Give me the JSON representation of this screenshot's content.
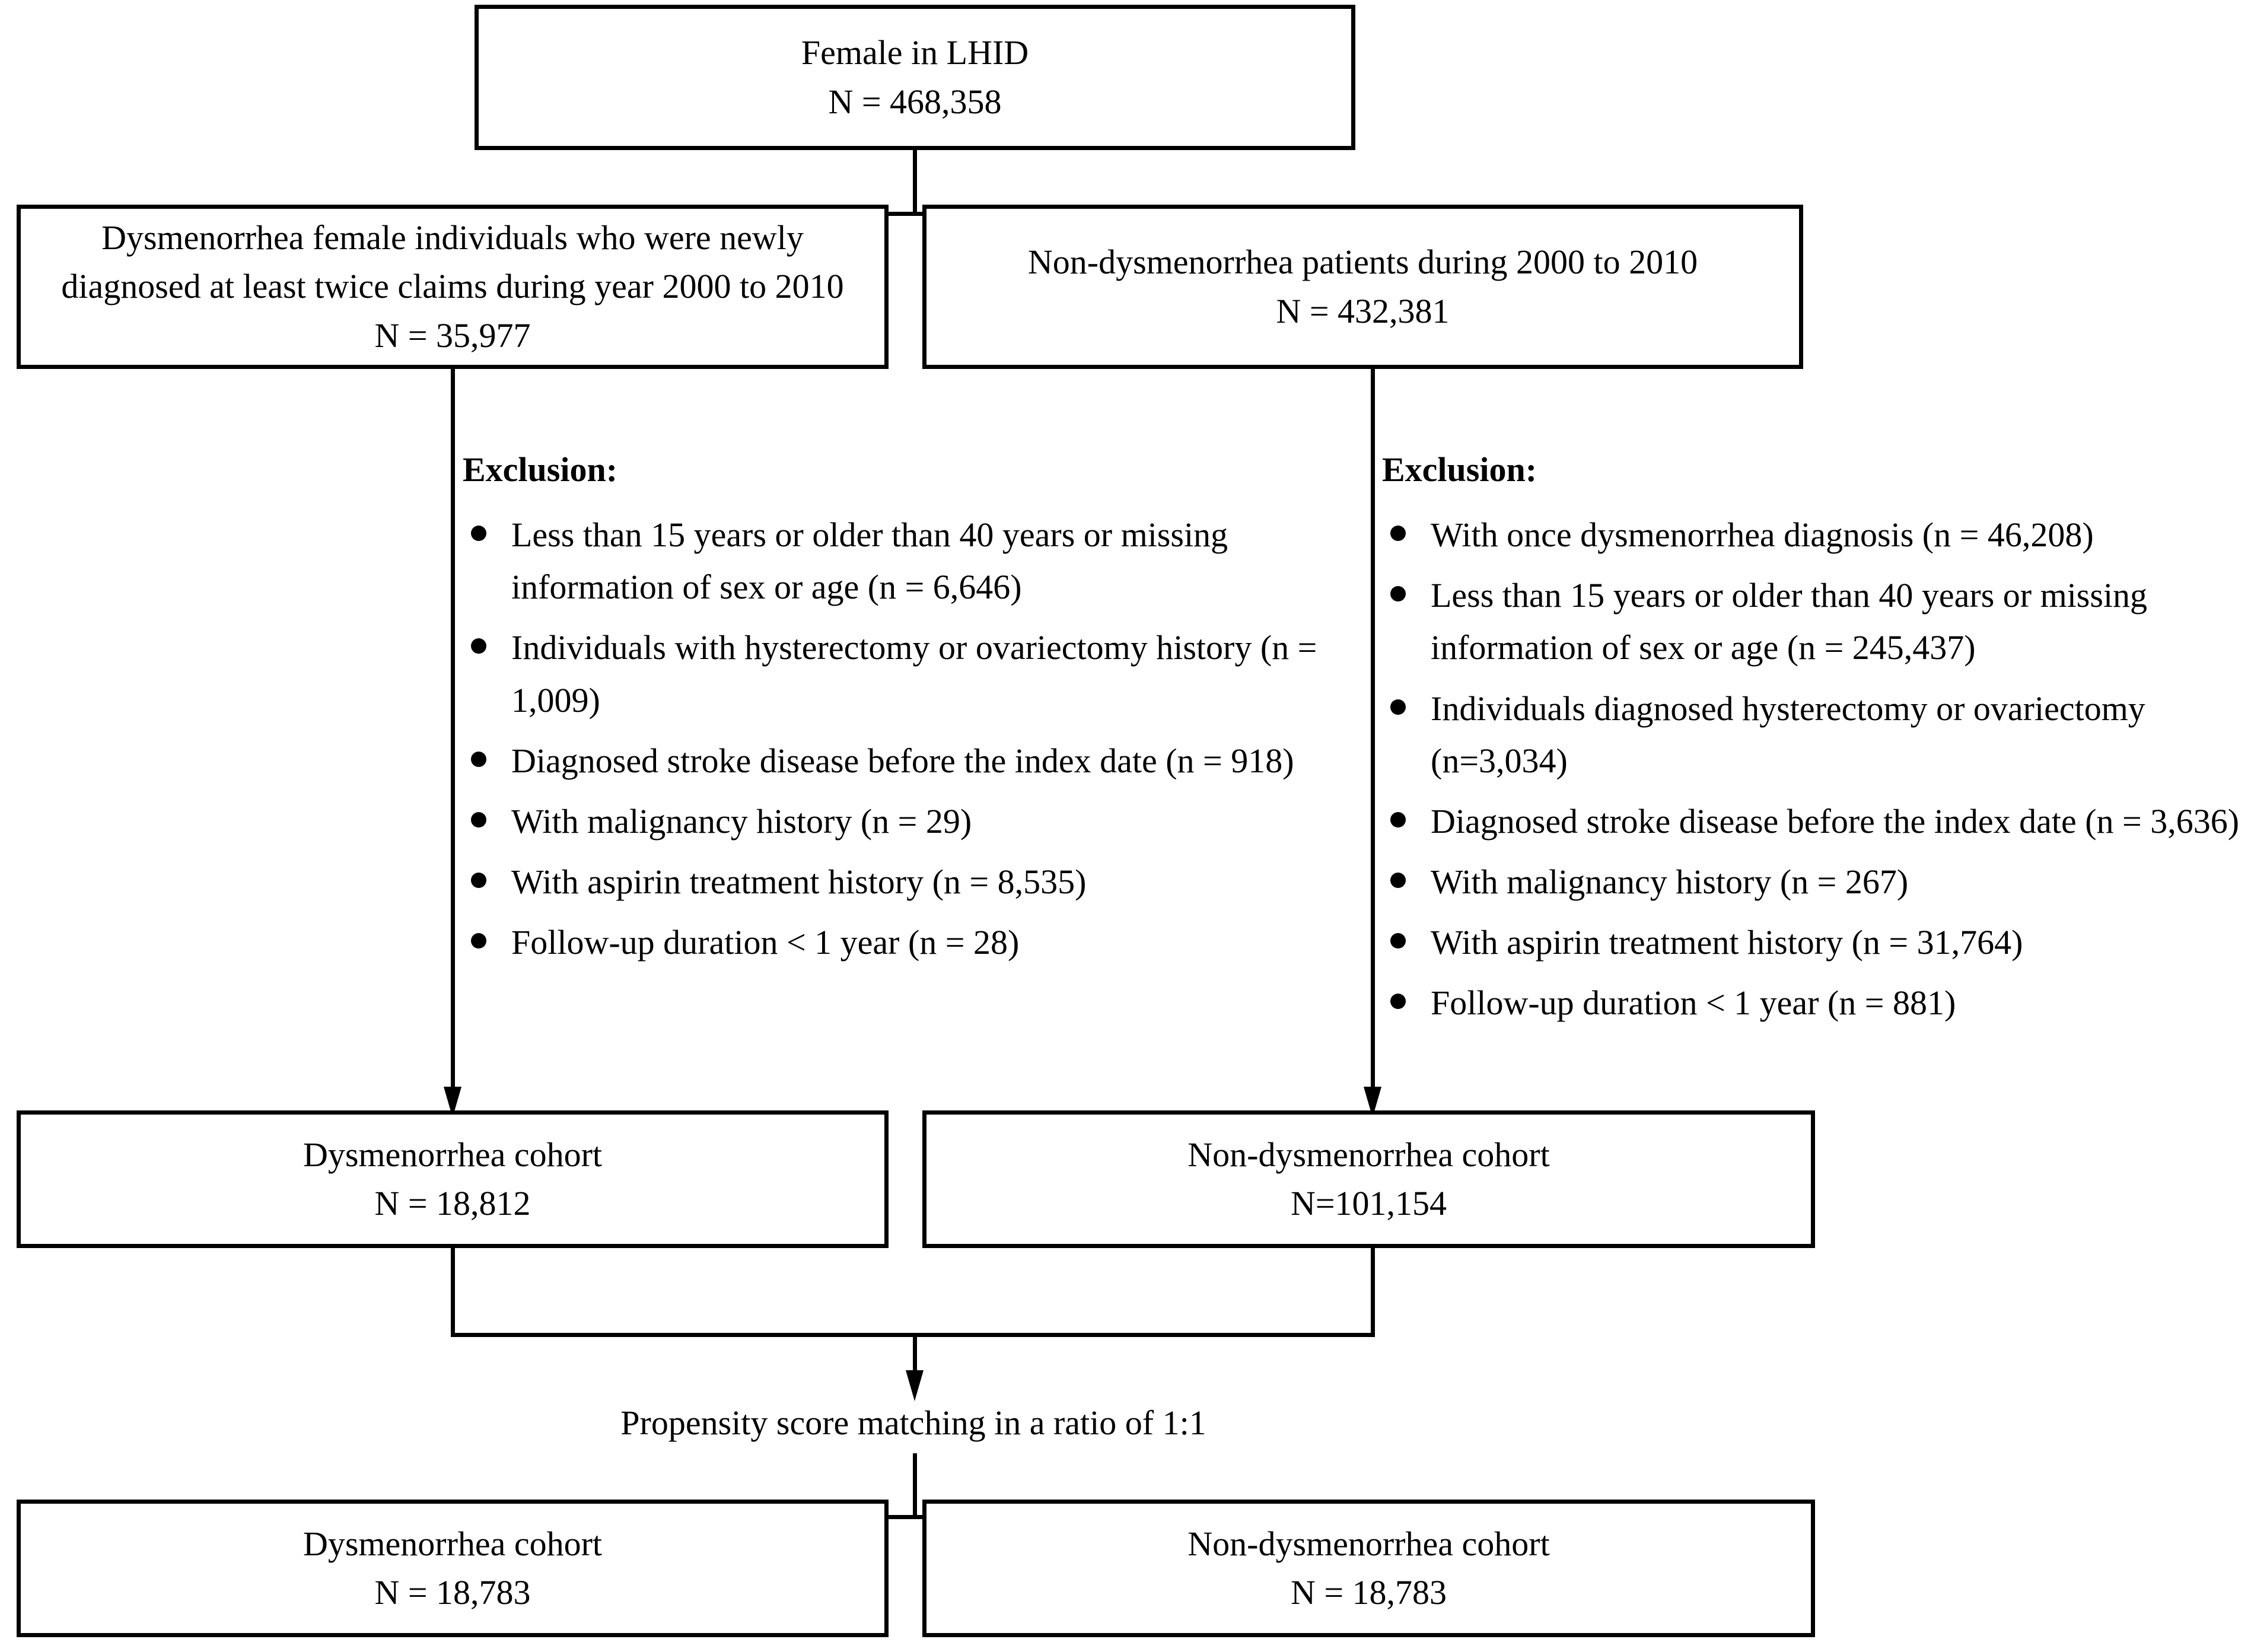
{
  "figure": {
    "type": "flowchart",
    "kind": "study-cohort-selection",
    "accent_color": "#000000",
    "background_color": "#ffffff"
  },
  "nodes": {
    "source": {
      "title": "Female in LHID",
      "count_label": "N = 468,358"
    },
    "dysmenorrhea_source": {
      "title_line1": "Dysmenorrhea female individuals who were newly",
      "title_line2": "diagnosed at least twice claims during year 2000 to 2010",
      "count_label": "N = 35,977"
    },
    "non_dysmenorrhea_source": {
      "title": "Non-dysmenorrhea patients during 2000 to 2010",
      "count_label": "N = 432,381"
    },
    "dysmenorrhea_cohort": {
      "title": "Dysmenorrhea cohort",
      "count_label": "N = 18,812"
    },
    "non_dysmenorrhea_cohort": {
      "title": "Non-dysmenorrhea cohort",
      "count_label": "N=101,154"
    },
    "dysmenorrhea_matched": {
      "title": "Dysmenorrhea cohort",
      "count_label": "N = 18,783"
    },
    "non_dysmenorrhea_matched": {
      "title": "Non-dysmenorrhea cohort",
      "count_label": "N = 18,783"
    }
  },
  "exclusions_left": {
    "title": "Exclusion:",
    "items": [
      "Less than 15 years or older than 40 years or missing information of sex or age (n = 6,646)",
      "Individuals with hysterectomy or ovariectomy history (n = 1,009)",
      "Diagnosed stroke disease before the index date (n = 918)",
      "With malignancy history (n = 29)",
      "With aspirin treatment history (n = 8,535)",
      "Follow-up duration < 1 year (n = 28)"
    ]
  },
  "exclusions_right": {
    "title": "Exclusion:",
    "items": [
      "With once dysmenorrhea diagnosis (n = 46,208)",
      "Less than 15 years or older than 40 years or missing information of sex or age (n = 245,437)",
      "Individuals diagnosed hysterectomy or ovariectomy (n=3,034)",
      "Diagnosed stroke disease before the index date (n = 3,636)",
      "With malignancy history (n = 267)",
      "With aspirin treatment history (n = 31,764)",
      "Follow-up duration < 1 year (n = 881)"
    ]
  },
  "captions": {
    "matching": "Propensity score matching in a ratio of 1:1"
  }
}
